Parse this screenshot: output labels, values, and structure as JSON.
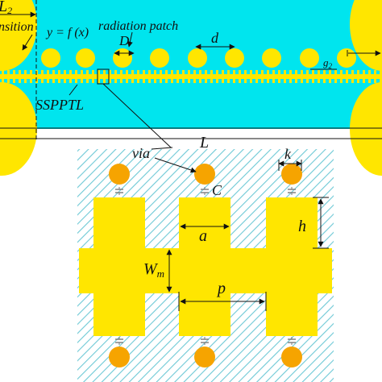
{
  "top_panel": {
    "colors": {
      "substrate": "#00e5ee",
      "metal": "#ffe600",
      "line": "#111111"
    },
    "labels": {
      "l2": "L",
      "l2_sub": "2",
      "transition": "nsition",
      "curve_eq": "y = f (x)",
      "radiation_patch": "radiation patch",
      "D": "D",
      "d": "d",
      "g2": "g",
      "g2_sub": "2",
      "ssppt": "SSPPTL",
      "L": "L"
    }
  },
  "bottom_panel": {
    "colors": {
      "hatch": "#6ec9d6",
      "metal": "#ffe600",
      "via": "#f6a400",
      "cross": "#7a7a7a"
    },
    "labels": {
      "via": "via",
      "k": "k",
      "C": "C",
      "h": "h",
      "a": "a",
      "Wm": "W",
      "Wm_sub": "m",
      "p": "p"
    }
  }
}
